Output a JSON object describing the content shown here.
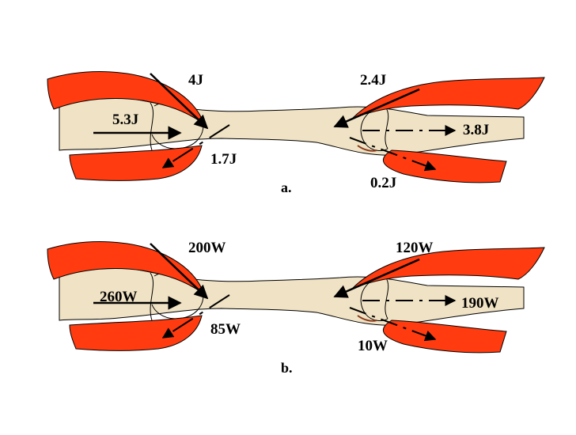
{
  "colors": {
    "muscle": "#ff3b0f",
    "bone": "#f0e2c4",
    "outline": "#000000",
    "tendon_accent": "#8a3a1a"
  },
  "panels": [
    {
      "id": "a",
      "caption": "a.",
      "left_in": "5.3J",
      "left_muscle": "4J",
      "left_out": "1.7J",
      "right_muscle": "2.4J",
      "right_out_main": "3.8J",
      "right_out_small": "0.2J"
    },
    {
      "id": "b",
      "caption": "b.",
      "left_in": "260W",
      "left_muscle": "200W",
      "left_out": "85W",
      "right_muscle": "120W",
      "right_out_main": "190W",
      "right_out_small": "10W"
    }
  ]
}
